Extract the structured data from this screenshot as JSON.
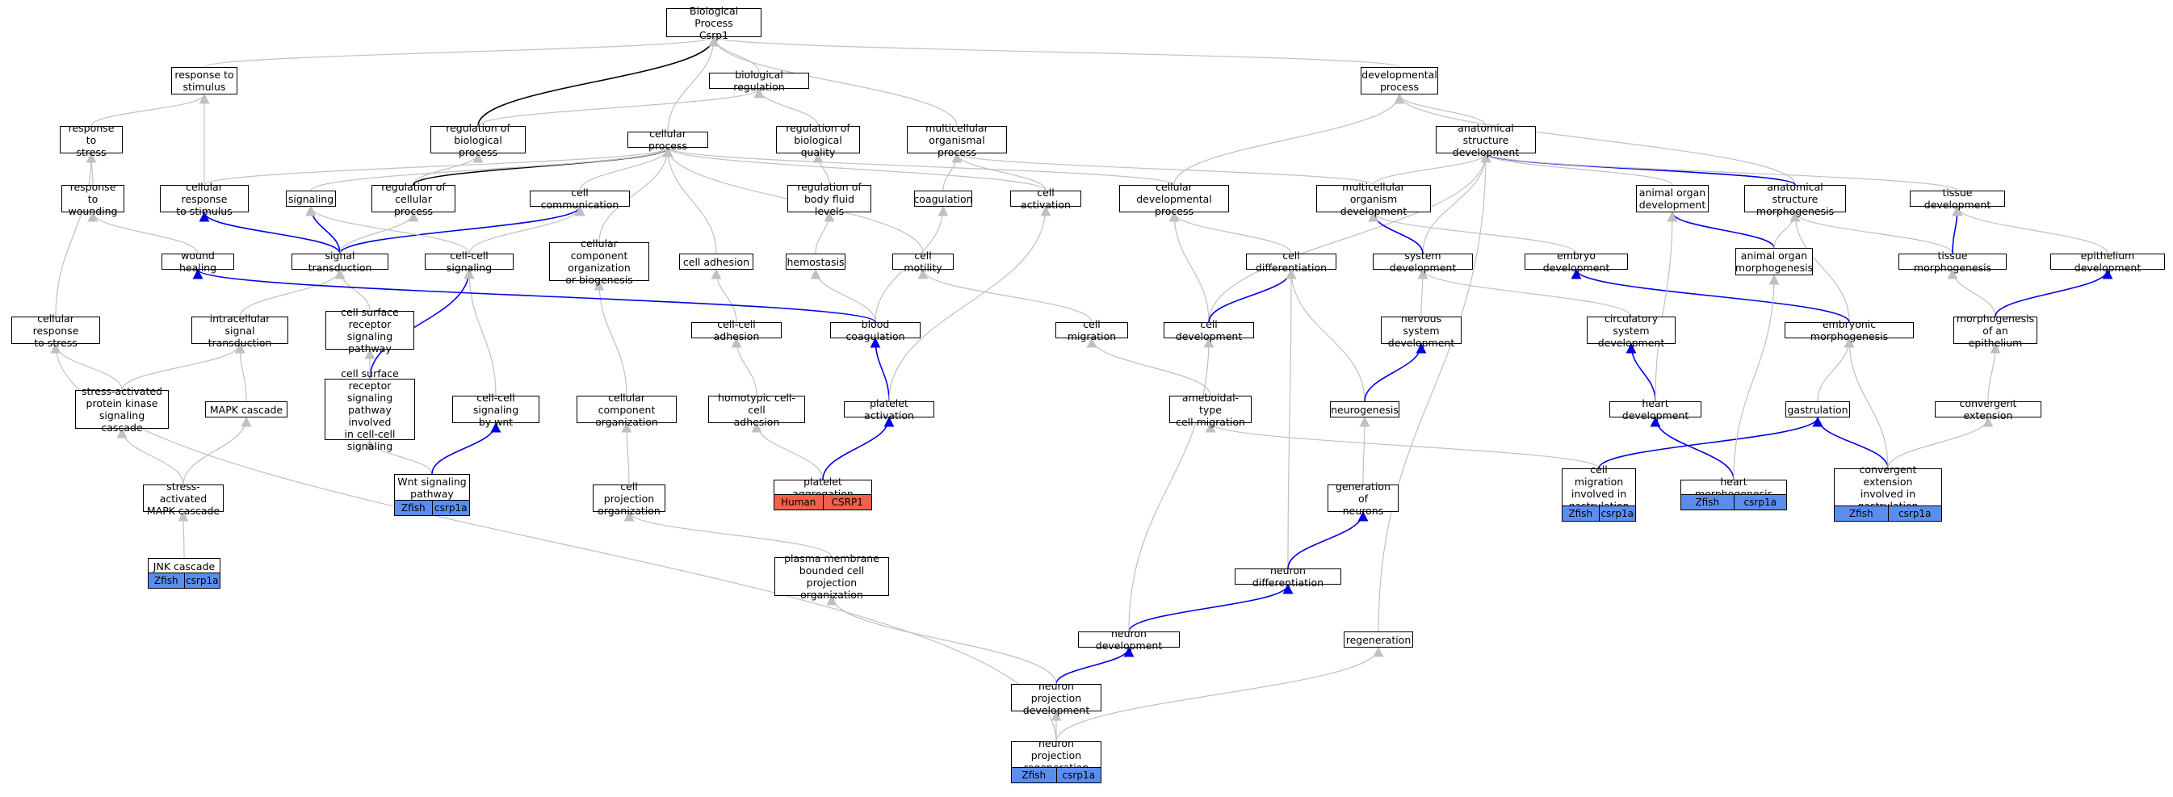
{
  "colors": {
    "gray_edge": "#c0c0c0",
    "black_edge": "#000000",
    "blue_edge": "#0000e0",
    "zfish_fill": "#5b8def",
    "human_fill": "#f4604a"
  },
  "nodes": {
    "bp": "Biological Process\nCsrp1",
    "resp_stim": "response to\nstimulus",
    "bio_reg": "biological regulation",
    "dev_proc": "developmental\nprocess",
    "resp_stress": "response to\nstress",
    "reg_bp": "regulation of\nbiological process",
    "cell_proc": "cellular process",
    "reg_bq": "regulation of\nbiological quality",
    "multi_proc": "multicellular\norganismal process",
    "anat_dev": "anatomical structure\ndevelopment",
    "resp_wound": "response to\nwounding",
    "cell_resp_stim": "cellular response\nto stimulus",
    "signaling": "signaling",
    "reg_cp": "regulation of\ncellular process",
    "cell_comm": "cell communication",
    "reg_bfl": "regulation of\nbody fluid levels",
    "coag": "coagulation",
    "cell_act": "cell activation",
    "cell_dev_proc": "cellular developmental\nprocess",
    "multi_org_dev": "multicellular\norganism development",
    "animal_organ_dev": "animal organ\ndevelopment",
    "anat_morph": "anatomical structure\nmorphogenesis",
    "tissue_dev": "tissue development",
    "wound_heal": "wound healing",
    "sig_trans": "signal transduction",
    "cc_sig": "cell-cell signaling",
    "ccoob": "cellular component\norganization\nor biogenesis",
    "cell_adh": "cell adhesion",
    "hemostasis": "hemostasis",
    "cell_motility": "cell motility",
    "cell_diff": "cell differentiation",
    "sys_dev": "system development",
    "embryo_dev": "embryo development",
    "animal_organ_morph": "animal organ\nmorphogenesis",
    "tissue_morph": "tissue morphogenesis",
    "epith_dev": "epithelium development",
    "cell_resp_stress": "cellular response\nto stress",
    "intra_sig": "intracellular\nsignal transduction",
    "csr_sig": "cell surface\nreceptor signaling\npathway",
    "cc_adh": "cell-cell adhesion",
    "blood_coag": "blood coagulation",
    "cell_mig": "cell migration",
    "cell_dev": "cell development",
    "nerv_dev": "nervous system\ndevelopment",
    "circ_dev": "circulatory\nsystem development",
    "embryo_morph": "embryonic morphogenesis",
    "morph_epith": "morphogenesis\nof an epithelium",
    "sapk": "stress-activated\nprotein kinase\nsignaling cascade",
    "mapk": "MAPK cascade",
    "csr_cc": "cell surface\nreceptor signaling\npathway involved\nin cell-cell\nsignaling",
    "cc_wnt": "cell-cell signaling\nby wnt",
    "cco": "cellular component\norganization",
    "homo_adh": "homotypic cell-cell\nadhesion",
    "plat_act": "platelet activation",
    "amoeboid": "ameboidal-type\ncell migration",
    "neurogenesis": "neurogenesis",
    "heart_dev": "heart development",
    "gastrulation": "gastrulation",
    "conv_ext": "convergent extension",
    "sa_mapk": "stress-activated\nMAPK cascade",
    "wnt": "Wnt signaling\npathway",
    "cell_proj_org": "cell projection\norganization",
    "plat_agg": "platelet aggregation",
    "cm_gast": "cell migration\ninvolved in\ngastrulation",
    "heart_morph": "heart morphogenesis",
    "ce_gast": "convergent extension\ninvolved in\ngastrulation",
    "gen_neurons": "generation of\nneurons",
    "jnk": "JNK cascade",
    "pmbcpo": "plasma membrane\nbounded cell\nprojection organization",
    "neuron_diff": "neuron differentiation",
    "neuron_dev": "neuron development",
    "regeneration": "regeneration",
    "npd": "neuron projection\ndevelopment",
    "npr": "neuron projection\nregeneration"
  },
  "annotations": {
    "wnt": {
      "species": "Zfish",
      "gene": "csrp1a"
    },
    "jnk": {
      "species": "Zfish",
      "gene": "csrp1a"
    },
    "plat_agg": {
      "species": "Human",
      "gene": "CSRP1"
    },
    "cm_gast": {
      "species": "Zfish",
      "gene": "csrp1a"
    },
    "heart_morph": {
      "species": "Zfish",
      "gene": "csrp1a"
    },
    "ce_gast": {
      "species": "Zfish",
      "gene": "csrp1a"
    },
    "npr": {
      "species": "Zfish",
      "gene": "csrp1a"
    }
  },
  "edges": [
    [
      "resp_stim",
      "bp",
      "gray"
    ],
    [
      "bio_reg",
      "bp",
      "gray"
    ],
    [
      "reg_bp",
      "bp",
      "black"
    ],
    [
      "cell_proc",
      "bp",
      "gray"
    ],
    [
      "multi_proc",
      "bp",
      "gray"
    ],
    [
      "dev_proc",
      "bp",
      "gray"
    ],
    [
      "reg_bp",
      "bio_reg",
      "gray"
    ],
    [
      "reg_bq",
      "bio_reg",
      "gray"
    ],
    [
      "resp_stress",
      "resp_stim",
      "gray"
    ],
    [
      "cell_resp_stim",
      "resp_stim",
      "gray"
    ],
    [
      "resp_wound",
      "resp_stress",
      "gray"
    ],
    [
      "cell_resp_stress",
      "resp_stress",
      "gray"
    ],
    [
      "wound_heal",
      "resp_wound",
      "gray"
    ],
    [
      "reg_cp",
      "reg_bp",
      "gray"
    ],
    [
      "reg_cp",
      "cell_proc",
      "black"
    ],
    [
      "cell_resp_stim",
      "cell_proc",
      "gray"
    ],
    [
      "signaling",
      "cell_proc",
      "gray"
    ],
    [
      "cell_comm",
      "cell_proc",
      "gray"
    ],
    [
      "ccoob",
      "cell_proc",
      "gray"
    ],
    [
      "cell_adh",
      "cell_proc",
      "gray"
    ],
    [
      "cell_motility",
      "cell_proc",
      "gray"
    ],
    [
      "cell_act",
      "cell_proc",
      "gray"
    ],
    [
      "cell_dev_proc",
      "cell_proc",
      "gray"
    ],
    [
      "reg_bfl",
      "reg_bq",
      "gray"
    ],
    [
      "hemostasis",
      "reg_bfl",
      "gray"
    ],
    [
      "coag",
      "multi_proc",
      "gray"
    ],
    [
      "cell_act",
      "multi_proc",
      "gray"
    ],
    [
      "multi_org_dev",
      "multi_proc",
      "gray"
    ],
    [
      "anat_dev",
      "dev_proc",
      "gray"
    ],
    [
      "anat_morph",
      "dev_proc",
      "gray"
    ],
    [
      "cell_dev_proc",
      "dev_proc",
      "gray"
    ],
    [
      "multi_org_dev",
      "anat_dev",
      "gray"
    ],
    [
      "animal_organ_dev",
      "anat_dev",
      "gray"
    ],
    [
      "anat_morph",
      "anat_dev",
      "blue"
    ],
    [
      "tissue_dev",
      "anat_dev",
      "gray"
    ],
    [
      "sys_dev",
      "anat_dev",
      "gray"
    ],
    [
      "cell_dev",
      "anat_dev",
      "gray"
    ],
    [
      "regeneration",
      "anat_dev",
      "gray"
    ],
    [
      "sig_trans",
      "cell_resp_stim",
      "blue"
    ],
    [
      "sig_trans",
      "signaling",
      "blue"
    ],
    [
      "sig_trans",
      "cell_comm",
      "blue"
    ],
    [
      "sig_trans",
      "reg_cp",
      "gray"
    ],
    [
      "cc_sig",
      "cell_comm",
      "gray"
    ],
    [
      "cc_sig",
      "signaling",
      "gray"
    ],
    [
      "cell_diff",
      "cell_dev_proc",
      "gray"
    ],
    [
      "cell_dev",
      "cell_dev_proc",
      "gray"
    ],
    [
      "sys_dev",
      "multi_org_dev",
      "blue"
    ],
    [
      "embryo_dev",
      "multi_org_dev",
      "gray"
    ],
    [
      "animal_organ_morph",
      "animal_organ_dev",
      "blue"
    ],
    [
      "animal_organ_morph",
      "anat_morph",
      "gray"
    ],
    [
      "tissue_morph",
      "anat_morph",
      "gray"
    ],
    [
      "embryo_morph",
      "anat_morph",
      "gray"
    ],
    [
      "tissue_morph",
      "tissue_dev",
      "blue"
    ],
    [
      "epith_dev",
      "tissue_dev",
      "gray"
    ],
    [
      "intra_sig",
      "sig_trans",
      "gray"
    ],
    [
      "csr_sig",
      "sig_trans",
      "gray"
    ],
    [
      "csr_cc",
      "cc_sig",
      "blue"
    ],
    [
      "cc_wnt",
      "cc_sig",
      "gray"
    ],
    [
      "cco",
      "ccoob",
      "gray"
    ],
    [
      "cc_adh",
      "cell_adh",
      "gray"
    ],
    [
      "blood_coag",
      "hemostasis",
      "gray"
    ],
    [
      "blood_coag",
      "coag",
      "gray"
    ],
    [
      "blood_coag",
      "wound_heal",
      "blue"
    ],
    [
      "cell_mig",
      "cell_motility",
      "gray"
    ],
    [
      "cell_dev",
      "cell_diff",
      "blue"
    ],
    [
      "neurogenesis",
      "cell_diff",
      "gray"
    ],
    [
      "neuron_diff",
      "cell_diff",
      "gray"
    ],
    [
      "nerv_dev",
      "sys_dev",
      "gray"
    ],
    [
      "circ_dev",
      "sys_dev",
      "gray"
    ],
    [
      "embryo_morph",
      "embryo_dev",
      "blue"
    ],
    [
      "morph_epith",
      "tissue_morph",
      "gray"
    ],
    [
      "morph_epith",
      "epith_dev",
      "blue"
    ],
    [
      "sapk",
      "intra_sig",
      "gray"
    ],
    [
      "mapk",
      "intra_sig",
      "gray"
    ],
    [
      "sapk",
      "cell_resp_stress",
      "gray"
    ],
    [
      "csr_cc",
      "csr_sig",
      "gray"
    ],
    [
      "homo_adh",
      "cc_adh",
      "gray"
    ],
    [
      "plat_act",
      "blood_coag",
      "blue"
    ],
    [
      "plat_act",
      "cell_act",
      "gray"
    ],
    [
      "amoeboid",
      "cell_mig",
      "gray"
    ],
    [
      "neurogenesis",
      "nerv_dev",
      "blue"
    ],
    [
      "heart_dev",
      "circ_dev",
      "blue"
    ],
    [
      "heart_dev",
      "animal_organ_dev",
      "gray"
    ],
    [
      "gastrulation",
      "embryo_morph",
      "gray"
    ],
    [
      "conv_ext",
      "morph_epith",
      "gray"
    ],
    [
      "sa_mapk",
      "sapk",
      "gray"
    ],
    [
      "sa_mapk",
      "mapk",
      "gray"
    ],
    [
      "wnt",
      "csr_cc",
      "gray"
    ],
    [
      "wnt",
      "cc_wnt",
      "blue"
    ],
    [
      "cell_proj_org",
      "cco",
      "gray"
    ],
    [
      "plat_agg",
      "homo_adh",
      "gray"
    ],
    [
      "plat_agg",
      "plat_act",
      "blue"
    ],
    [
      "cm_gast",
      "amoeboid",
      "gray"
    ],
    [
      "cm_gast",
      "gastrulation",
      "blue"
    ],
    [
      "heart_morph",
      "heart_dev",
      "blue"
    ],
    [
      "heart_morph",
      "animal_organ_morph",
      "gray"
    ],
    [
      "ce_gast",
      "gastrulation",
      "blue"
    ],
    [
      "ce_gast",
      "conv_ext",
      "gray"
    ],
    [
      "ce_gast",
      "embryo_morph",
      "gray"
    ],
    [
      "gen_neurons",
      "neurogenesis",
      "gray"
    ],
    [
      "jnk",
      "sa_mapk",
      "gray"
    ],
    [
      "pmbcpo",
      "cell_proj_org",
      "gray"
    ],
    [
      "neuron_diff",
      "gen_neurons",
      "blue"
    ],
    [
      "neuron_dev",
      "neuron_diff",
      "blue"
    ],
    [
      "neuron_dev",
      "cell_dev",
      "gray"
    ],
    [
      "npd",
      "neuron_dev",
      "blue"
    ],
    [
      "npd",
      "pmbcpo",
      "gray"
    ],
    [
      "npr",
      "npd",
      "gray"
    ],
    [
      "npr",
      "regeneration",
      "gray"
    ],
    [
      "npr",
      "cell_resp_stress",
      "gray"
    ]
  ]
}
